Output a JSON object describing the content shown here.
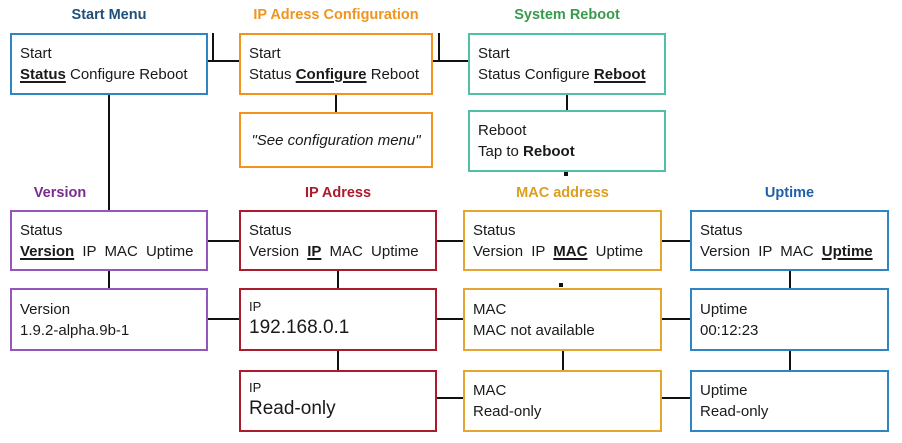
{
  "titles": {
    "start_menu": "Start Menu",
    "ip_config": "IP Adress Configuration",
    "system_reboot": "System Reboot",
    "version": "Version",
    "ip": "IP Adress",
    "mac": "MAC address",
    "uptime": "Uptime"
  },
  "screens": {
    "start_menu": {
      "line1": "Start",
      "pre": "",
      "em": "Status",
      "post": " Configure Reboot"
    },
    "ip_config": {
      "line1": "Start",
      "pre": "Status ",
      "em": "Configure",
      "post": " Reboot"
    },
    "system_reboot": {
      "line1": "Start",
      "pre": "Status Configure ",
      "em": "Reboot",
      "post": ""
    },
    "config_note": {
      "text": "\"See configuration menu\""
    },
    "reboot_action": {
      "line1": "Reboot",
      "pre": "Tap to ",
      "em": "Reboot",
      "post": ""
    },
    "status_version": {
      "line1": "Status",
      "pre": "",
      "em": "Version",
      "post": " IP MAC Uptime"
    },
    "status_ip": {
      "line1": "Status",
      "pre": "Version ",
      "em": "IP",
      "post": " MAC Uptime"
    },
    "status_mac": {
      "line1": "Status",
      "pre": "Version IP ",
      "em": "MAC",
      "post": " Uptime"
    },
    "status_uptime": {
      "line1": "Status",
      "pre": "Version IP MAC ",
      "em": "Uptime",
      "post": ""
    },
    "version_value": {
      "line1": "Version",
      "line2": "1.9.2-alpha.9b-1"
    },
    "ip_value": {
      "line1": "IP",
      "line2": "192.168.0.1"
    },
    "mac_value": {
      "line1": "MAC",
      "line2": "MAC not available"
    },
    "uptime_value": {
      "line1": "Uptime",
      "line2": "00:12:23"
    },
    "ip_readonly": {
      "line1": "IP",
      "line2": "Read-only"
    },
    "mac_readonly": {
      "line1": "MAC",
      "line2": "Read-only"
    },
    "uptime_readonly": {
      "line1": "Uptime",
      "line2": "Read-only"
    }
  },
  "colors": {
    "blue_border": "#2e86c1",
    "navy_title": "#1f4e79",
    "orange": "#f0941e",
    "teal_border": "#4fbfa5",
    "green_title": "#379b4b",
    "purple_border": "#9455bd",
    "purple_title": "#7a2b8f",
    "red": "#ab1b2d",
    "gold_border": "#e6a431",
    "gold_title": "#dc9e1f",
    "uptime_blue_border": "#2e86c1",
    "uptime_blue_title": "#1e5fa8",
    "connector": "#111111"
  }
}
